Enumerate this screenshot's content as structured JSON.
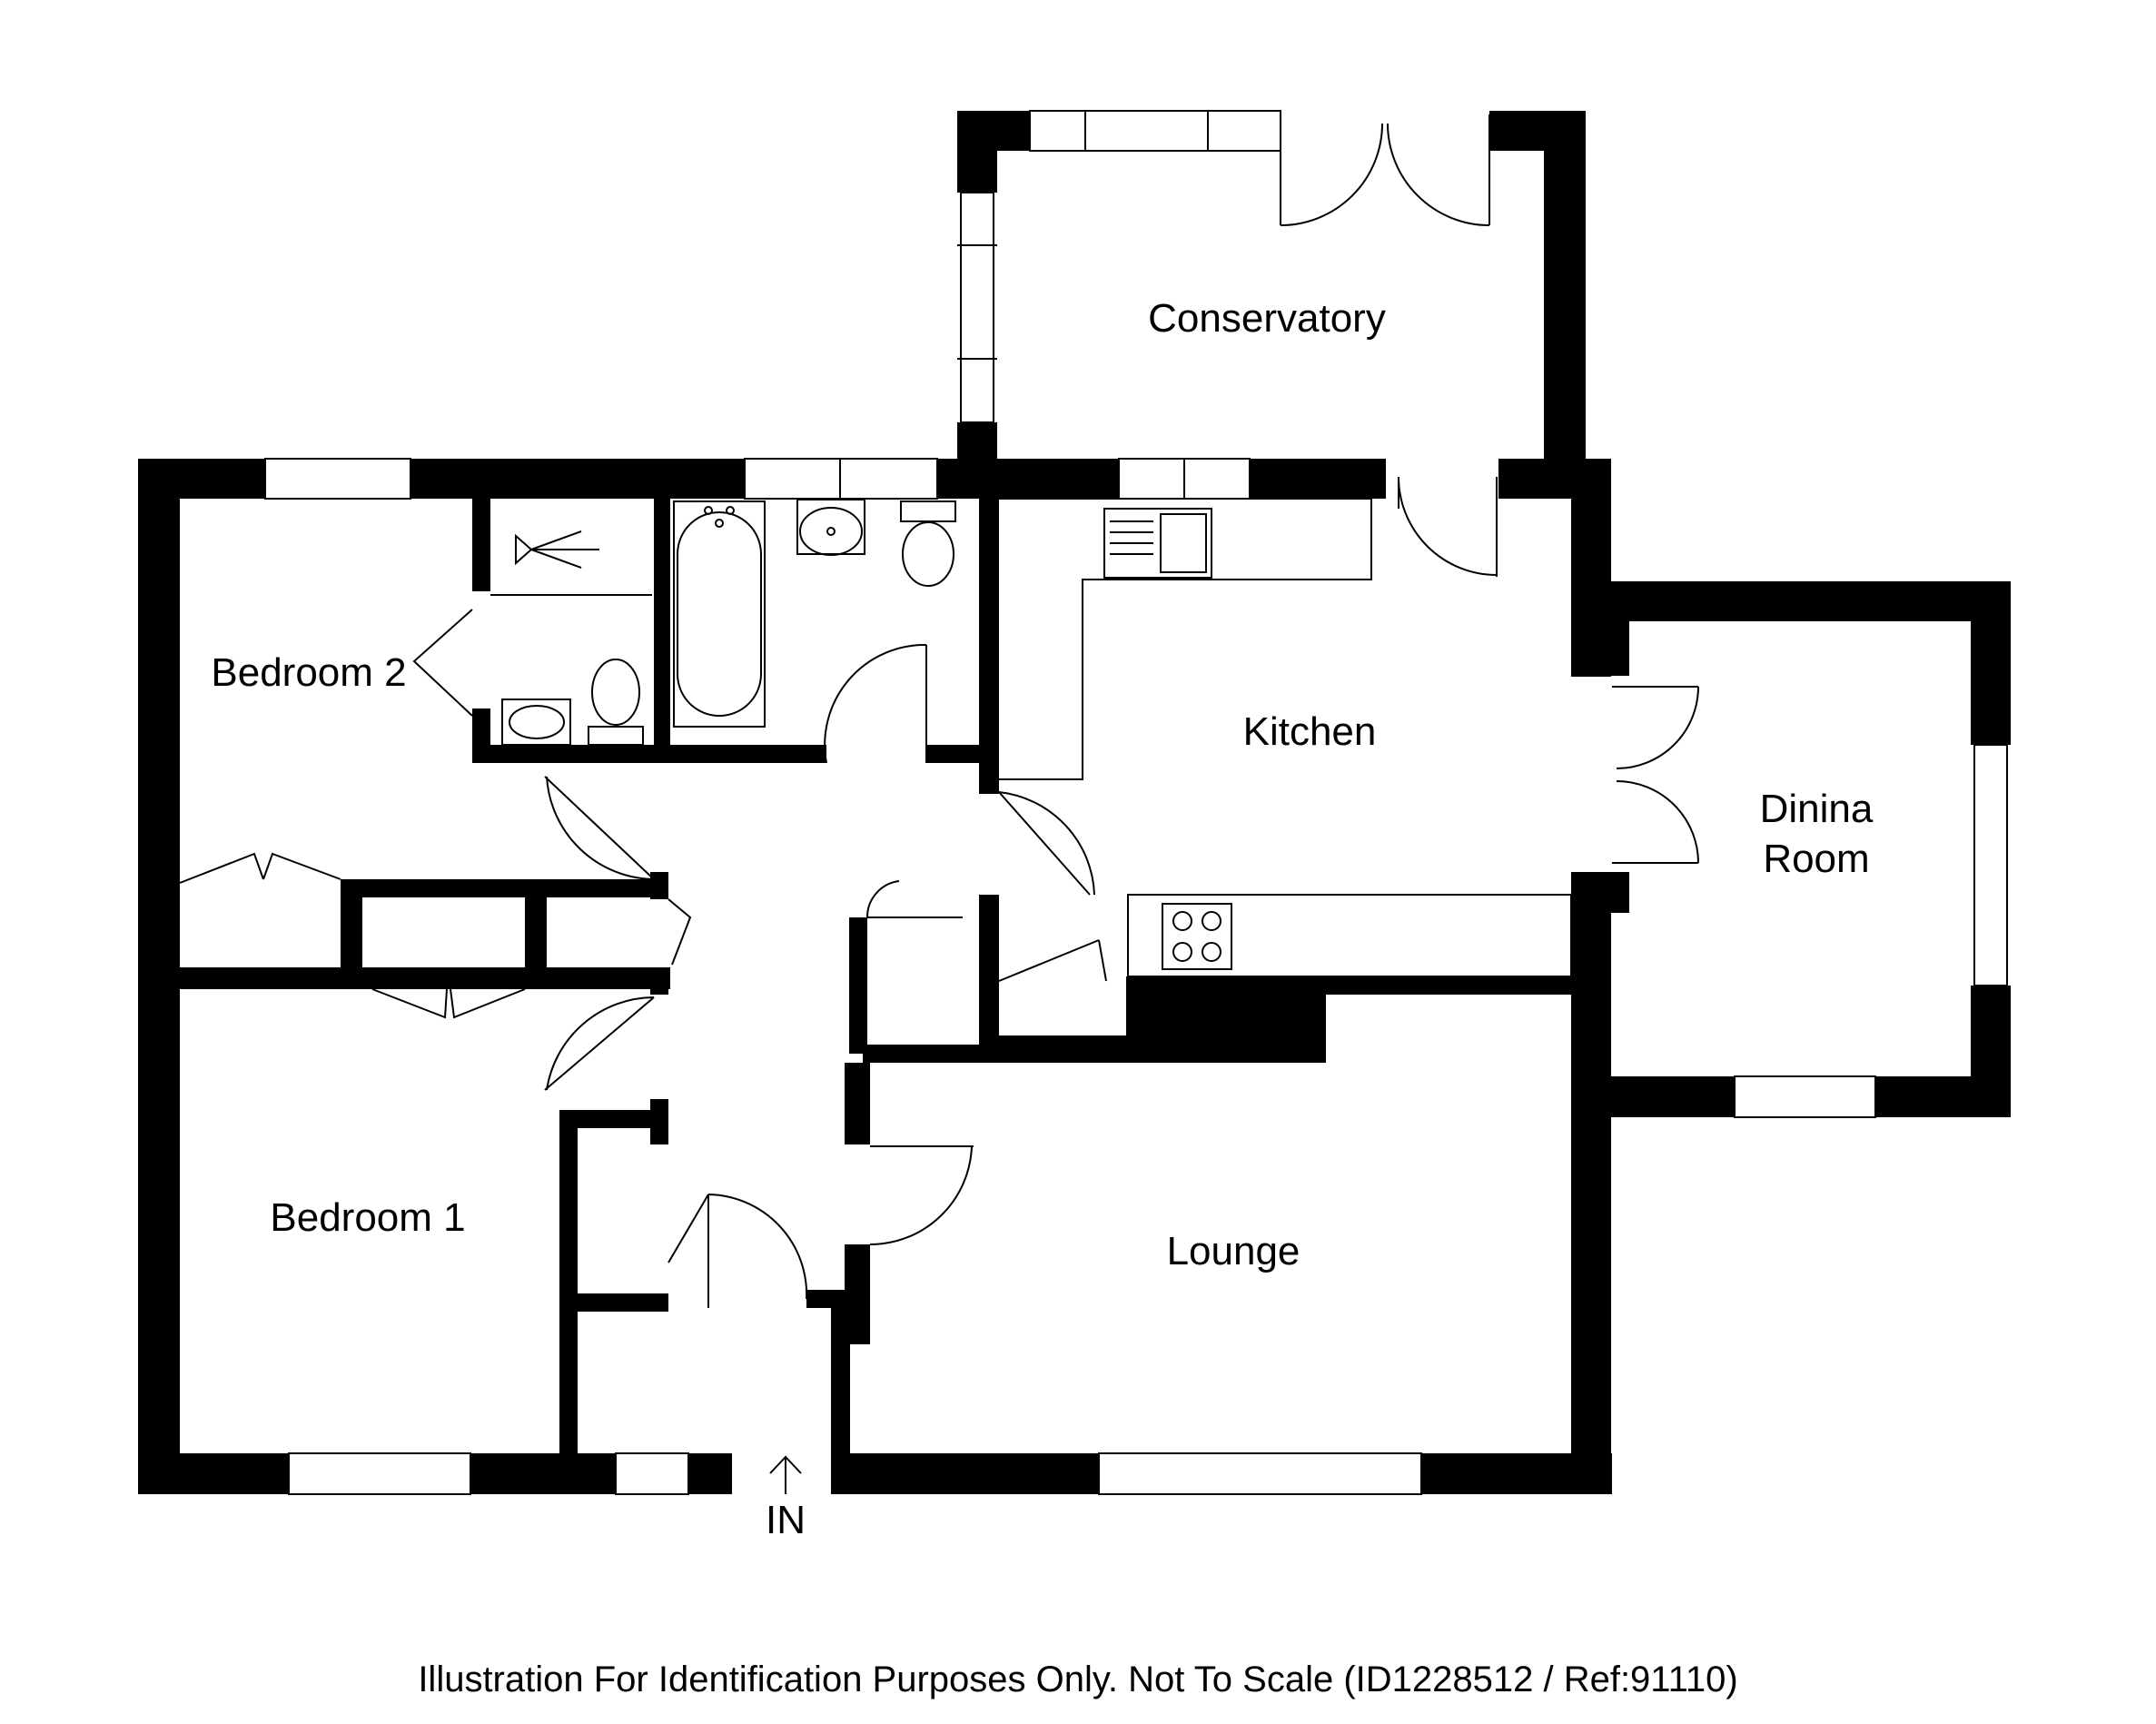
{
  "rooms": {
    "conservatory": "Conservatory",
    "bedroom2": "Bedroom 2",
    "kitchen": "Kitchen",
    "dining_line1": "Dinina",
    "dining_line2": "Room",
    "bedroom1": "Bedroom 1",
    "lounge": "Lounge"
  },
  "entrance": {
    "label": "IN"
  },
  "caption": "Illustration For Identification Purposes Only. Not To Scale (ID1228512 / Ref:91110)",
  "colors": {
    "wall": "#000000",
    "background": "#ffffff"
  }
}
